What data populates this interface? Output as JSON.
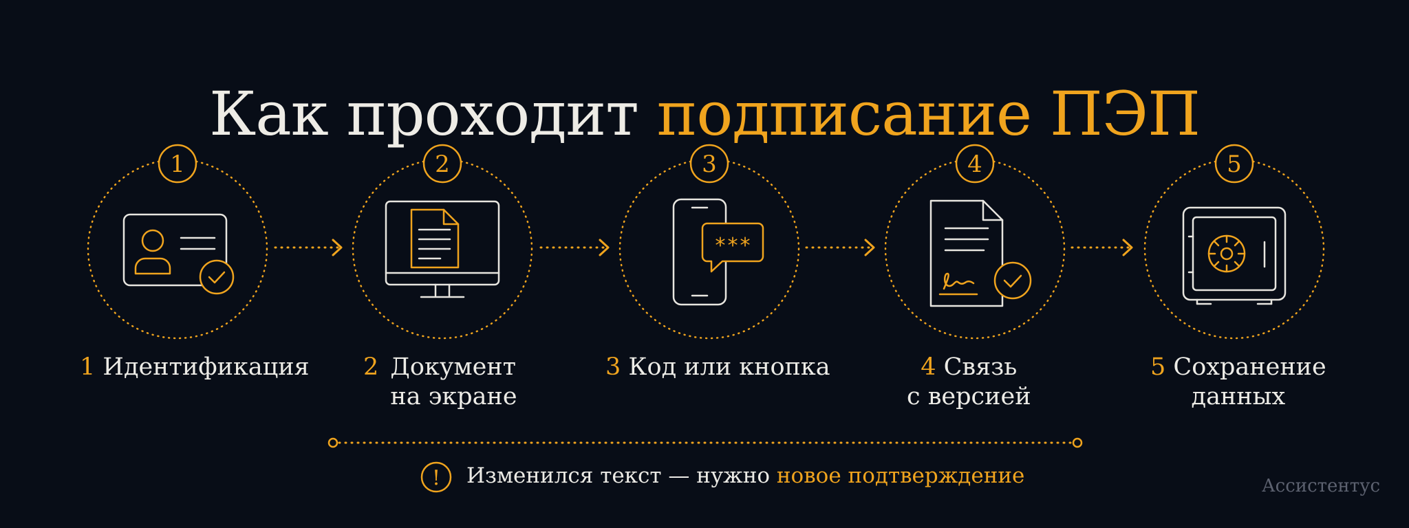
{
  "title": {
    "main": "Как проходит",
    "accent": "подписание ПЭП"
  },
  "steps": [
    {
      "number": "1",
      "line1": "Идентификация",
      "line2": ""
    },
    {
      "number": "2",
      "line1": "Документ",
      "line2": "на экране"
    },
    {
      "number": "3",
      "line1": "Код или кнопка",
      "line2": ""
    },
    {
      "number": "4",
      "line1": "Связь",
      "line2": "с версией"
    },
    {
      "number": "5",
      "line1": "Сохранение",
      "line2": "данных"
    }
  ],
  "note": {
    "badge": "!",
    "text": "Изменился текст — нужно",
    "accent": "новое подтверждение"
  },
  "brand": "Ассистентус",
  "colors": {
    "accent": "#f0a41e",
    "background": "#080d17",
    "line": "#e8e6e0"
  }
}
